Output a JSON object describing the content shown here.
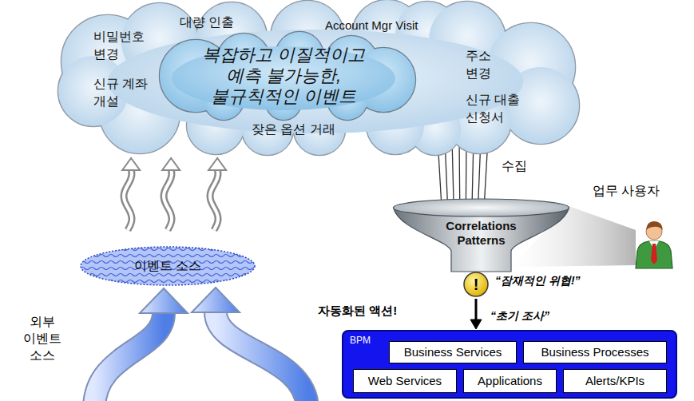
{
  "diagram": {
    "nodes": [
      {
        "text": [
          "대량 인출",
          "Account Mgr Visit",
          "비밀번호 변경",
          "주소 변경",
          "신규 계좌 개설",
          "신규 대출 신청서",
          "잦은 옵션 거래"
        ]
      },
      {
        "text": [
          "복잡하고 이질적이고 예측 불가능한, 불규칙적인 이벤트"
        ],
        "in": 0
      },
      {
        "text": [
          "이벤트 소스"
        ]
      },
      {
        "text": [
          "Correlations Patterns"
        ]
      },
      {
        "text": [
          "!"
        ]
      },
      {
        "text": [
          "BPM"
        ]
      },
      {
        "text": [
          "Business Services"
        ],
        "in": 5
      },
      {
        "text": [
          "Business Processes"
        ],
        "in": 5
      },
      {
        "text": [
          "Web Services"
        ],
        "in": 5
      },
      {
        "text": [
          "Applications"
        ],
        "in": 5
      },
      {
        "text": [
          "Alerts/KPIs"
        ],
        "in": 5
      }
    ],
    "edges": [
      {
        "from": 2,
        "to": 0,
        "arrow": "to"
      },
      {
        "from": 2,
        "to": 0,
        "arrow": "to"
      },
      {
        "from": 2,
        "to": 0,
        "arrow": "to"
      },
      {
        "from": 0,
        "to": 3,
        "label": "수집",
        "arrow": "none"
      },
      {
        "from": 4,
        "to": 5,
        "label": "“초기 조사”",
        "arrow": "to"
      },
      {
        "from": 5,
        "to": 2,
        "arrow": "to"
      }
    ],
    "labels": [
      "업무 사용자",
      "“잠재적인 위협!”",
      "자동화된 액션!",
      "외부 이벤트 소스"
    ]
  }
}
